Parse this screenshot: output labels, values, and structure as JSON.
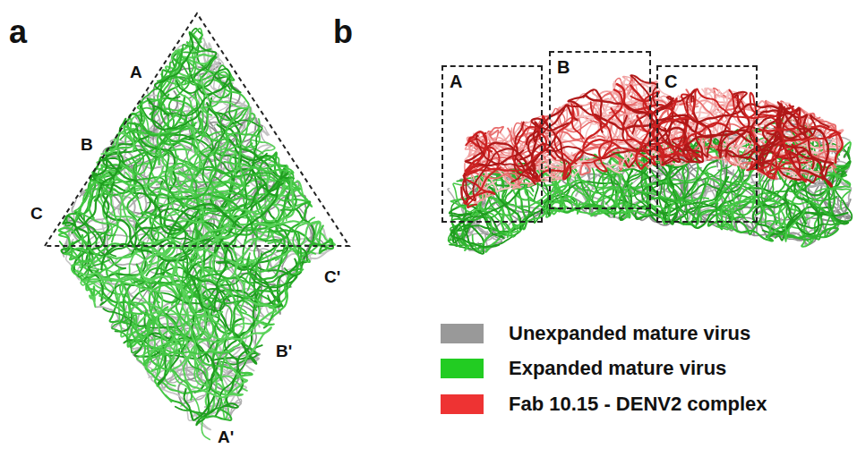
{
  "diagram": {
    "nodes": [
      {
        "text": [
          "A"
        ]
      },
      {
        "text": [
          "B"
        ]
      },
      {
        "text": [
          "C"
        ]
      }
    ],
    "labels": [
      "a",
      "A",
      "B",
      "C",
      "C'",
      "B'",
      "A'",
      "b"
    ],
    "legend": [
      {
        "text": "Unexpanded mature virus",
        "color": "#999999"
      },
      {
        "text": "Expanded mature virus",
        "color": "#22cc22"
      },
      {
        "text": "Fab 10.15 - DENV2 complex",
        "color": "#ee3333"
      }
    ]
  }
}
